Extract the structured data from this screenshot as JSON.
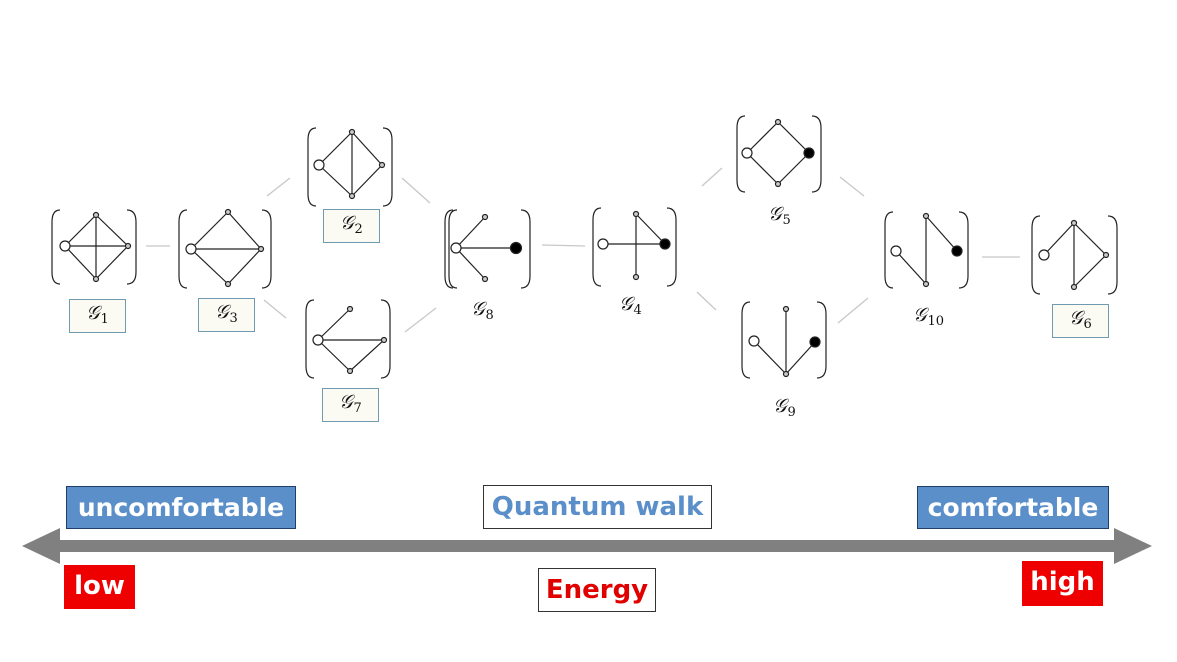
{
  "graphs": [
    {
      "id": "g1",
      "symbol": "𝒢",
      "sub": "1",
      "boxed": true
    },
    {
      "id": "g3",
      "symbol": "𝒢",
      "sub": "3",
      "boxed": true
    },
    {
      "id": "g2",
      "symbol": "𝒢",
      "sub": "2",
      "boxed": true
    },
    {
      "id": "g7",
      "symbol": "𝒢",
      "sub": "7",
      "boxed": true
    },
    {
      "id": "g8",
      "symbol": "𝒢",
      "sub": "8",
      "boxed": false
    },
    {
      "id": "g4",
      "symbol": "𝒢",
      "sub": "4",
      "boxed": false
    },
    {
      "id": "g5",
      "symbol": "𝒢",
      "sub": "5",
      "boxed": false
    },
    {
      "id": "g9",
      "symbol": "𝒢",
      "sub": "9",
      "boxed": false
    },
    {
      "id": "g10",
      "symbol": "𝒢",
      "sub": "10",
      "boxed": false
    },
    {
      "id": "g6",
      "symbol": "𝒢",
      "sub": "6",
      "boxed": true
    }
  ],
  "connections": [
    [
      "g1",
      "g3"
    ],
    [
      "g3",
      "g2"
    ],
    [
      "g3",
      "g7"
    ],
    [
      "g2",
      "g8"
    ],
    [
      "g7",
      "g8"
    ],
    [
      "g8",
      "g4"
    ],
    [
      "g4",
      "g5"
    ],
    [
      "g4",
      "g9"
    ],
    [
      "g5",
      "g10"
    ],
    [
      "g9",
      "g10"
    ],
    [
      "g10",
      "g6"
    ]
  ],
  "labels": {
    "uncomfortable": "uncomfortable",
    "comfortable": "comfortable",
    "quantum_walk": "Quantum walk",
    "low": "low",
    "high": "high",
    "energy": "Energy"
  },
  "colors": {
    "axis": "#808080",
    "label_blue": "#5b8fc9",
    "label_red": "#ee0000",
    "connector": "#c8c8c8"
  }
}
